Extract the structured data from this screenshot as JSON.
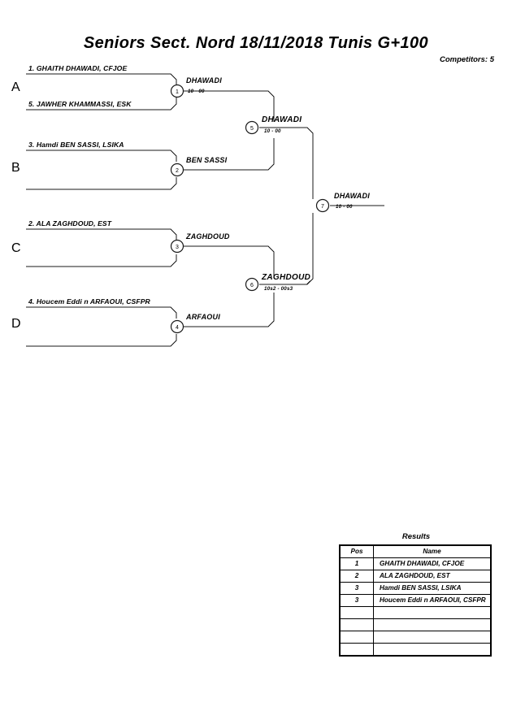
{
  "header": {
    "title": "Seniors Sect. Nord  18/11/2018  Tunis   G+100",
    "competitors": "Competitors: 5"
  },
  "bracket": {
    "sections": [
      {
        "letter": "A"
      },
      {
        "letter": "B"
      },
      {
        "letter": "C"
      },
      {
        "letter": "D"
      }
    ],
    "entrants": [
      {
        "seed_name": "1. GHAITH DHAWADI, CFJOE",
        "section": "A",
        "slot": "top"
      },
      {
        "seed_name": "5. JAWHER KHAMMASSI, ESK",
        "section": "A",
        "slot": "bottom"
      },
      {
        "seed_name": "3. Hamdi BEN SASSI, LSIKA",
        "section": "B",
        "slot": "top"
      },
      {
        "seed_name": "",
        "section": "B",
        "slot": "bottom"
      },
      {
        "seed_name": "2. ALA ZAGHDOUD, EST",
        "section": "C",
        "slot": "top"
      },
      {
        "seed_name": "",
        "section": "C",
        "slot": "bottom"
      },
      {
        "seed_name": "4. Houcem Eddi n ARFAOUI, CSFPR",
        "section": "D",
        "slot": "top"
      },
      {
        "seed_name": "",
        "section": "D",
        "slot": "bottom"
      }
    ],
    "matches": [
      {
        "number": "1",
        "round": "quarter",
        "winner": "DHAWADI",
        "score": "10 - 00"
      },
      {
        "number": "2",
        "round": "quarter",
        "winner": "BEN SASSI",
        "score": ""
      },
      {
        "number": "3",
        "round": "quarter",
        "winner": "ZAGHDOUD",
        "score": ""
      },
      {
        "number": "4",
        "round": "quarter",
        "winner": "ARFAOUI",
        "score": ""
      },
      {
        "number": "5",
        "round": "semi",
        "winner": "DHAWADI",
        "score": "10 - 00"
      },
      {
        "number": "6",
        "round": "semi",
        "winner": "ZAGHDOUD",
        "score": "10s2 - 00s3"
      },
      {
        "number": "7",
        "round": "final",
        "winner": "DHAWADI",
        "score": "10 - 00"
      }
    ]
  },
  "results": {
    "title": "Results",
    "columns": [
      "Pos",
      "Name"
    ],
    "rows": [
      {
        "pos": "1",
        "name": "GHAITH DHAWADI, CFJOE"
      },
      {
        "pos": "2",
        "name": "ALA ZAGHDOUD, EST"
      },
      {
        "pos": "3",
        "name": "Hamdi BEN SASSI, LSIKA"
      },
      {
        "pos": "3",
        "name": "Houcem Eddi n ARFAOUI, CSFPR"
      },
      {
        "pos": "",
        "name": ""
      },
      {
        "pos": "",
        "name": ""
      },
      {
        "pos": "",
        "name": ""
      },
      {
        "pos": "",
        "name": ""
      }
    ]
  },
  "colors": {
    "line": "#1a1a1a",
    "text": "#000000",
    "background": "#ffffff"
  }
}
